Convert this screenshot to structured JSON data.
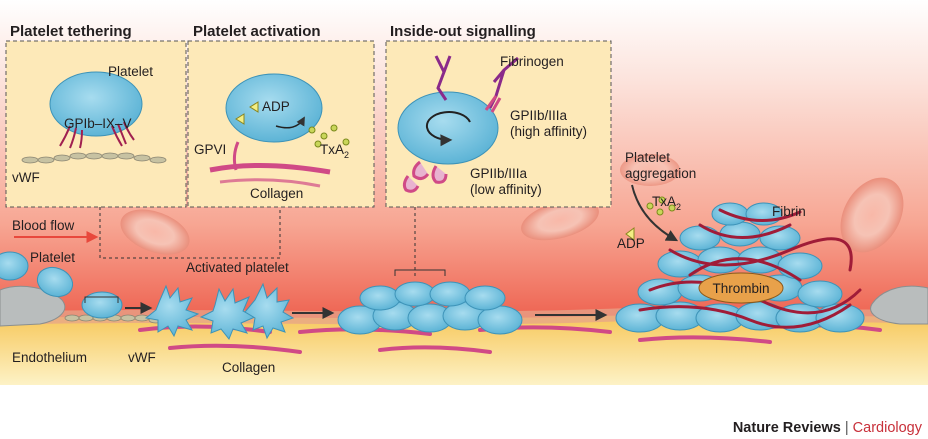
{
  "panels": {
    "tethering": {
      "title": "Platelet tethering",
      "labels": {
        "platelet": "Platelet",
        "receptor": "GPIb–IX–V",
        "vwf": "vWF"
      }
    },
    "activation": {
      "title": "Platelet activation",
      "labels": {
        "adp": "ADP",
        "gpvi": "GPVI",
        "txa": "TxA",
        "txa_sub": "2",
        "collagen": "Collagen"
      }
    },
    "signalling": {
      "title": "Inside-out signalling",
      "labels": {
        "fibrinogen": "Fibrinogen",
        "high1": "GPIIb/IIIa",
        "high2": "(high affinity)",
        "low1": "GPIIb/IIIa",
        "low2": "(low affinity)"
      }
    }
  },
  "vessel": {
    "blood_flow": "Blood flow",
    "platelet": "Platelet",
    "activated_platelet": "Activated platelet",
    "endothelium": "Endothelium",
    "vwf": "vWF",
    "collagen": "Collagen",
    "aggregation1": "Platelet",
    "aggregation2": "aggregation",
    "txa": "TxA",
    "txa_sub": "2",
    "adp": "ADP",
    "fibrin": "Fibrin",
    "thrombin": "Thrombin"
  },
  "credit": {
    "publisher": "Nature Reviews",
    "separator": "|",
    "journal": "Cardiology"
  },
  "colors": {
    "platelet": "#7cc6e0",
    "panel_bg": "#fde9b8",
    "fibrin": "#a01c38",
    "collagen": "#d04a86",
    "accent": "#c8303a",
    "journal": "#c8303a"
  }
}
